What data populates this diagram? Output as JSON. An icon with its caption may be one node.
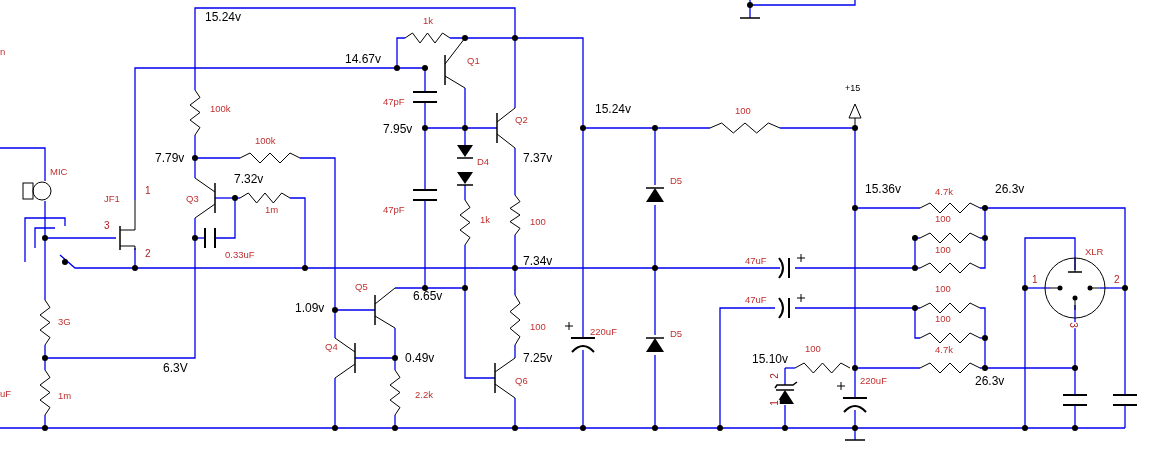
{
  "diagram": {
    "labels": [
      "15.24v",
      "1k",
      "n",
      "14.67v",
      "Q1",
      "+15",
      "47pF",
      "100k",
      "15.24v",
      "100",
      "7.95v",
      "Q2",
      "7.79v",
      "100k",
      "D4",
      "7.37v",
      "MIC",
      "1",
      "7.32v",
      "D5",
      "15.36v",
      "4.7k",
      "26.3v",
      "JF1",
      "Q3",
      "1m",
      "47pF",
      "1k",
      "100",
      "100",
      "3",
      "100",
      "XLR",
      "2",
      "0.33uF",
      "7.34v",
      "47uF",
      "1",
      "2",
      "Q5",
      "100",
      "6.65v",
      "47uF",
      "1.09v",
      "100",
      "3G",
      "3",
      "220uF",
      "D5",
      "Q4",
      "100",
      "4.7k",
      "0.49v",
      "7.25v",
      "15.10v",
      "100",
      "6.3V",
      "2",
      "Q6",
      "220uF",
      "26.3v",
      "uF",
      "1m",
      "2.2k",
      "1"
    ]
  }
}
